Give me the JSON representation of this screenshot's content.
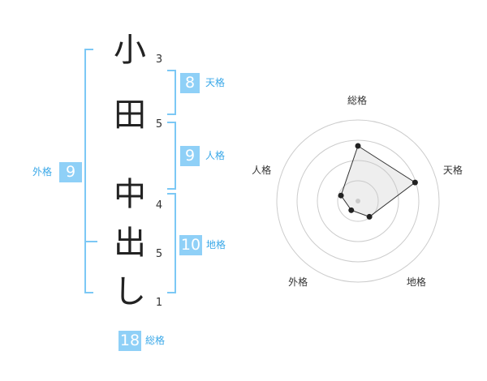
{
  "name_chars": [
    {
      "char": "小",
      "strokes": "3"
    },
    {
      "char": "田",
      "strokes": "5"
    },
    {
      "char": "中",
      "strokes": "4"
    },
    {
      "char": "出",
      "strokes": "5"
    },
    {
      "char": "し",
      "strokes": "1"
    }
  ],
  "kakusu": {
    "tenkaku": {
      "label": "天格",
      "value": "8"
    },
    "jinkaku": {
      "label": "人格",
      "value": "9"
    },
    "chikaku": {
      "label": "地格",
      "value": "10"
    },
    "gaikaku": {
      "label": "外格",
      "value": "9"
    },
    "soukaku": {
      "label": "総格",
      "value": "18"
    }
  },
  "accent_color": "#8fd0f7",
  "chart_data": {
    "type": "radar",
    "axes": [
      "総格",
      "天格",
      "地格",
      "外格",
      "人格"
    ],
    "values": [
      3.4,
      3.7,
      1.2,
      0.7,
      1.1
    ],
    "rmax": 5,
    "rings": 4,
    "grid": true
  }
}
